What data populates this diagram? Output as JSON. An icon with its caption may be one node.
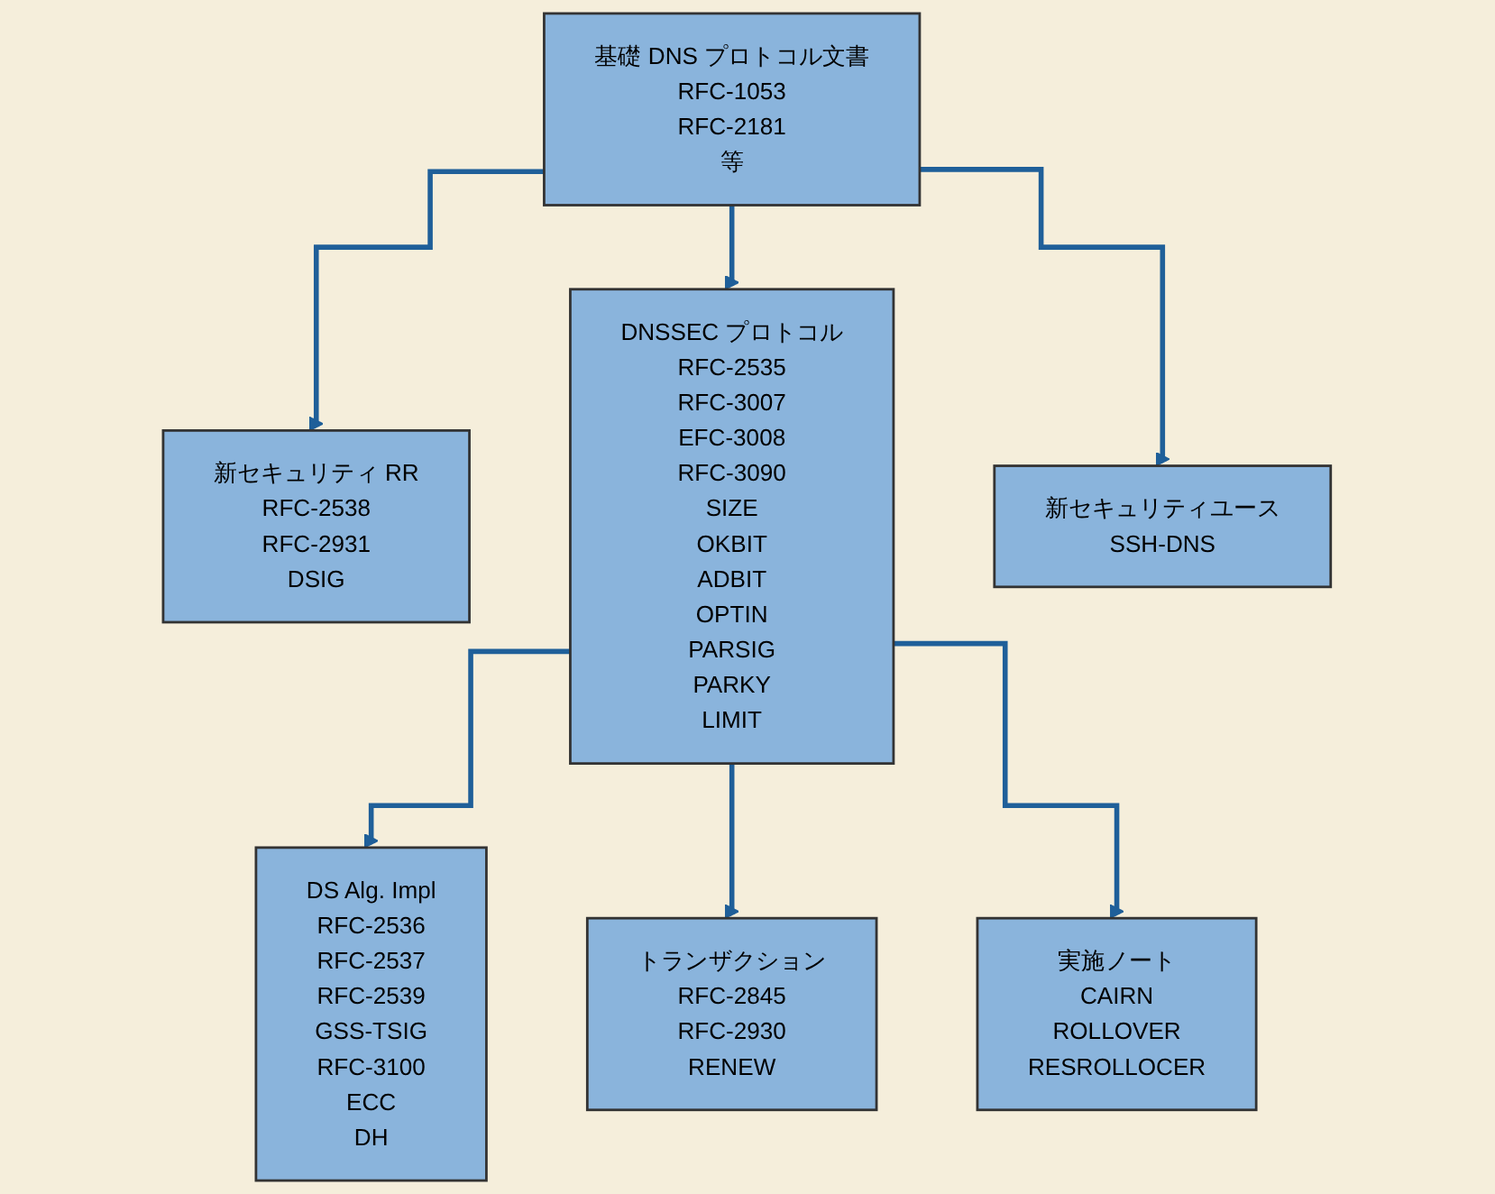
{
  "diagram": {
    "nodes": [
      {
        "text": [
          "基礎 DNS プロトコル文書",
          "RFC-1053",
          "RFC-2181",
          "等"
        ]
      },
      {
        "text": [
          "新セキュリティ RR",
          "RFC-2538",
          "RFC-2931",
          "DSIG"
        ]
      },
      {
        "text": [
          "DNSSEC プロトコル",
          "RFC-2535",
          "RFC-3007",
          "EFC-3008",
          "RFC-3090",
          "SIZE",
          "OKBIT",
          "ADBIT",
          "OPTIN",
          "PARSIG",
          "PARKY",
          "LIMIT"
        ]
      },
      {
        "text": [
          "新セキュリティユース",
          "SSH-DNS"
        ]
      },
      {
        "text": [
          "DS Alg. Impl",
          "RFC-2536",
          "RFC-2537",
          "RFC-2539",
          "GSS-TSIG",
          "RFC-3100",
          "ECC",
          "DH"
        ]
      },
      {
        "text": [
          "トランザクション",
          "RFC-2845",
          "RFC-2930",
          "RENEW"
        ]
      },
      {
        "text": [
          "実施ノート",
          "CAIRN",
          "ROLLOVER",
          "RESROLLOCER"
        ]
      }
    ],
    "edges": [
      {
        "from": 0,
        "to": 1,
        "arrow": "to"
      },
      {
        "from": 0,
        "to": 2,
        "arrow": "to"
      },
      {
        "from": 0,
        "to": 3,
        "arrow": "to"
      },
      {
        "from": 2,
        "to": 4,
        "arrow": "to"
      },
      {
        "from": 2,
        "to": 5,
        "arrow": "to"
      },
      {
        "from": 2,
        "to": 6,
        "arrow": "to"
      }
    ]
  }
}
